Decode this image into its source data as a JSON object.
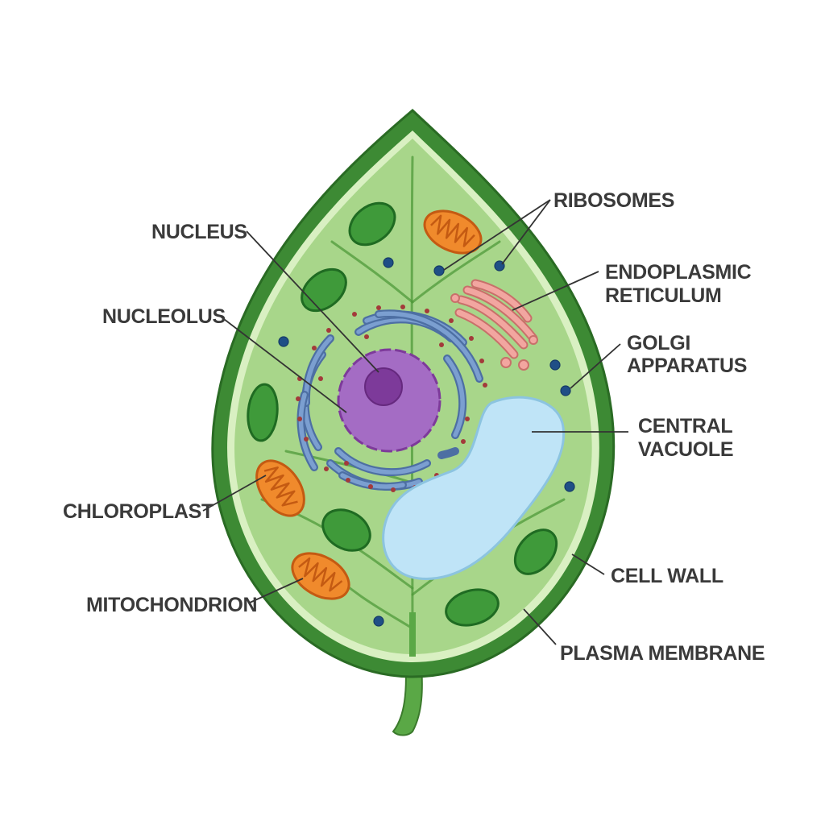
{
  "labels": {
    "ribosomes": "RIBOSOMES",
    "nucleus": "NUCLEUS",
    "endoplasmic_reticulum_line1": "ENDOPLASMIC",
    "endoplasmic_reticulum_line2": "RETICULUM",
    "nucleolus": "NUCLEOLUS",
    "golgi_line1": "GOLGI",
    "golgi_line2": "APPARATUS",
    "central_vacuole_line1": "CENTRAL",
    "central_vacuole_line2": "VACUOLE",
    "chloroplast": "CHLOROPLAST",
    "cell_wall": "CELL WALL",
    "mitochondrion": "MITOCHONDRION",
    "plasma_membrane": "PLASMA MEMBRANE"
  },
  "colors": {
    "cell_wall": "#3d8a34",
    "cytoplasm": "#a8d68a",
    "membrane": "#d9f0c2",
    "nucleus": "#a46cc4",
    "nucleolus": "#7d3a9a",
    "vacuole": "#bfe4f7",
    "er": "#4d6fa3",
    "golgi": "#f2a6a0",
    "mitochondrion": "#f08a2c",
    "chloroplast": "#3f9a3a",
    "ribosome": "#1f4f86",
    "stem": "#5aa846"
  }
}
